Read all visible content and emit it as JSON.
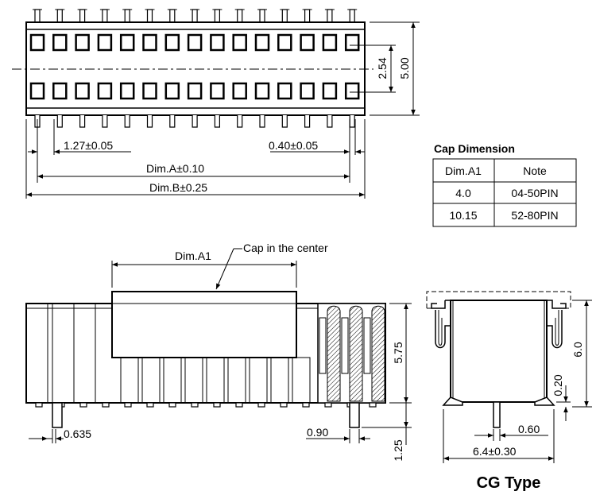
{
  "top_view": {
    "pitch": "1.27±0.05",
    "pin_width": "0.40±0.05",
    "dim_a": "Dim.A±0.10",
    "dim_b": "Dim.B±0.25",
    "row_pitch": "2.54",
    "body_width": "5.00"
  },
  "cap_dimension": {
    "title": "Cap Dimension",
    "headers": [
      "Dim.A1",
      "Note"
    ],
    "rows": [
      [
        "4.0",
        "04-50PIN"
      ],
      [
        "10.15",
        "52-80PIN"
      ]
    ]
  },
  "front_view": {
    "dim_a1": "Dim.A1",
    "cap_note": "Cap in the center",
    "height": "5.75",
    "pin_offset": "0.635",
    "tail_width": "0.90",
    "tail_length": "1.25"
  },
  "side_view": {
    "height": "6.0",
    "standoff": "0.20",
    "tail_width": "0.60",
    "foot_width": "6.4±0.30"
  },
  "type_label": "CG Type"
}
